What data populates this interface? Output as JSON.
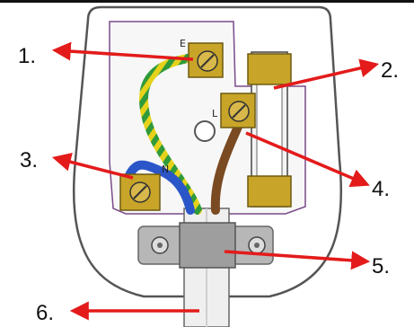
{
  "callouts": {
    "c1": "1.",
    "c2": "2.",
    "c3": "3.",
    "c4": "4.",
    "c5": "5.",
    "c6": "6."
  },
  "terminals": {
    "earth": "E",
    "live": "L",
    "neutral": "N"
  },
  "colors": {
    "arrow": "#e31b1b",
    "earth_green": "#2f9a3a",
    "earth_yellow": "#e6d21a",
    "neutral_blue": "#2b56c8",
    "live_brown": "#7a4a22",
    "brass": "#c8a528",
    "plug_outline": "#555555",
    "fuse_body": "#f4f4f4"
  }
}
